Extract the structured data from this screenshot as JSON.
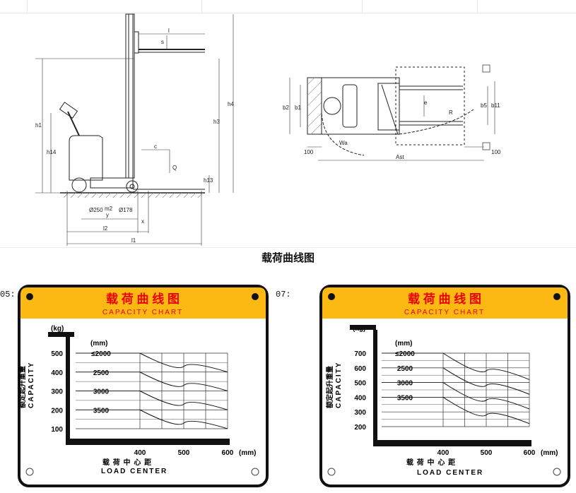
{
  "section_title": "载荷曲线图",
  "side_view": {
    "dims": [
      "l",
      "s",
      "h1",
      "h14",
      "h3",
      "h4",
      "h13",
      "c",
      "Q",
      "y",
      "x",
      "l2",
      "l1",
      "Ø250",
      "m2",
      "Ø178"
    ]
  },
  "top_view": {
    "dims": [
      "b2",
      "b1",
      "e",
      "R",
      "b5",
      "b11",
      "Wa",
      "Ast",
      "100",
      "100"
    ]
  },
  "charts": [
    {
      "prefix": "05:",
      "title_cn": "载 荷 曲 线 图",
      "title_en": "CAPACITY CHART",
      "y_unit": "(kg)",
      "height_unit": "(mm)",
      "y_cn": "额定起升重量",
      "y_en": "CAPACITY",
      "x_cn": "载 荷 中 心 距",
      "x_en": "LOAD CENTER",
      "x_unit": "(mm)",
      "heights": [
        "≤2000",
        "2500",
        "3000",
        "3500"
      ]
    },
    {
      "prefix": "07:",
      "title_cn": "载 荷 曲 线 图",
      "title_en": "CAPACITY CHART",
      "y_unit": "(kg)",
      "height_unit": "(mm)",
      "y_cn": "额定起升重量",
      "y_en": "CAPACITY",
      "x_cn": "载 荷 中 心 距",
      "x_en": "LOAD CENTER",
      "x_unit": "(mm)",
      "heights": [
        "≤2000",
        "2500",
        "3000",
        "3500"
      ]
    }
  ],
  "chart_data": [
    {
      "type": "line",
      "x": [
        400,
        500,
        600
      ],
      "y_ticks": [
        100,
        200,
        300,
        400,
        500
      ],
      "x_ticks": [
        400,
        500,
        600
      ],
      "series": [
        {
          "name": "≤2000",
          "values": [
            500,
            430,
            400
          ]
        },
        {
          "name": "2500",
          "values": [
            400,
            330,
            300
          ]
        },
        {
          "name": "3000",
          "values": [
            300,
            230,
            200
          ]
        },
        {
          "name": "3500",
          "values": [
            200,
            130,
            100
          ]
        }
      ],
      "xlabel": "LOAD CENTER",
      "ylabel": "CAPACITY",
      "grid": true
    },
    {
      "type": "line",
      "x": [
        400,
        500,
        600
      ],
      "y_ticks": [
        200,
        300,
        400,
        500,
        600,
        700
      ],
      "x_ticks": [
        400,
        500,
        600
      ],
      "series": [
        {
          "name": "≤2000",
          "values": [
            700,
            580,
            520
          ]
        },
        {
          "name": "2500",
          "values": [
            600,
            480,
            420
          ]
        },
        {
          "name": "3000",
          "values": [
            500,
            380,
            320
          ]
        },
        {
          "name": "3500",
          "values": [
            400,
            280,
            220
          ]
        }
      ],
      "xlabel": "LOAD CENTER",
      "ylabel": "CAPACITY",
      "grid": true
    }
  ]
}
